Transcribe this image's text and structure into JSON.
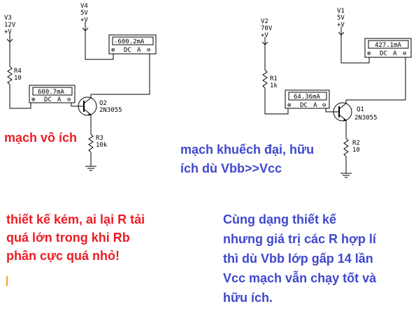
{
  "left_circuit": {
    "v3": {
      "name": "V3",
      "value": "12V",
      "sign": "+V"
    },
    "v4": {
      "name": "V4",
      "value": "5V",
      "sign": "+V"
    },
    "r4": {
      "name": "R4",
      "value": "10"
    },
    "r3": {
      "name": "R3",
      "value": "10k"
    },
    "q2": {
      "name": "Q2",
      "model": "2N3055"
    },
    "meter_base": {
      "reading": "600.7mA",
      "mode": "DC",
      "unit": "A"
    },
    "meter_collector": {
      "reading": "-600.2mA",
      "mode": "DC",
      "unit": "A"
    }
  },
  "right_circuit": {
    "v2": {
      "name": "V2",
      "value": "70V",
      "sign": "+V"
    },
    "v1": {
      "name": "V1",
      "value": "5V",
      "sign": "+V"
    },
    "r1": {
      "name": "R1",
      "value": "1k"
    },
    "r2": {
      "name": "R2",
      "value": "10"
    },
    "q1": {
      "name": "Q1",
      "model": "2N3055"
    },
    "meter_base": {
      "reading": "64.36mA",
      "mode": "DC",
      "unit": "A"
    },
    "meter_collector": {
      "reading": "427.1mA",
      "mode": "DC",
      "unit": "A"
    }
  },
  "annotations": {
    "left_title": "mạch vô ích",
    "right_title_line1": "mạch khuếch đại, hữu",
    "right_title_line2": "ích dù Vbb>>Vcc",
    "left_note": "thiết kế kém, ai lại R tải\nquá lớn trong khi Rb\nphân cực quá nhỏ!",
    "right_note": "Cùng dạng thiết kế\nnhưng giá trị các R hợp lí\nthì dù Vbb lớp gấp 14 lần\nVcc mạch vẫn chạy tốt và\nhữu ích."
  },
  "colors": {
    "red_text": "#ee1c24",
    "blue_text": "#3f48cc",
    "wire": "#000000"
  }
}
